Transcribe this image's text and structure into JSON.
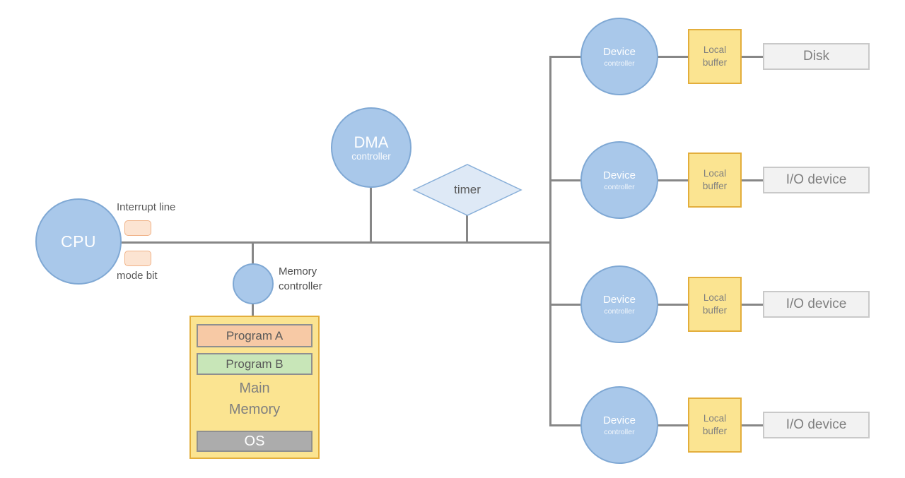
{
  "title": "Computer system architecture diagram",
  "colors": {
    "node_blue_fill": "#A9C8EA",
    "node_blue_border": "#7FA8D4",
    "timer_fill": "#DEE9F6",
    "timer_border": "#88AFD9",
    "yellow_fill": "#FBE491",
    "yellow_border": "#E3AE3C",
    "device_box_fill": "#F2F2F2",
    "device_box_border": "#C9C9C9",
    "program_a_fill": "#F7C9A5",
    "program_b_fill": "#C8E6B8",
    "os_fill": "#ACACAC",
    "bar_border": "#8F8F8F",
    "annotation_fill": "#FCE4D2",
    "annotation_border": "#F0B287",
    "line_gray": "#878787",
    "label_dark": "#595959",
    "label_gray": "#7F7F7F"
  },
  "cpu": {
    "label": "CPU",
    "interrupt_label": "Interrupt line",
    "mode_label": "mode bit"
  },
  "dma": {
    "line1": "DMA",
    "line2": "controller"
  },
  "timer": {
    "label": "timer"
  },
  "memory_controller": {
    "line1": "Memory",
    "line2": "controller"
  },
  "main_memory": {
    "program_a": "Program A",
    "program_b": "Program B",
    "title_line1": "Main",
    "title_line2": "Memory",
    "os": "OS"
  },
  "device_rows": [
    {
      "controller_line1": "Device",
      "controller_line2": "controller",
      "buffer_line1": "Local",
      "buffer_line2": "buffer",
      "device_label": "Disk"
    },
    {
      "controller_line1": "Device",
      "controller_line2": "controller",
      "buffer_line1": "Local",
      "buffer_line2": "buffer",
      "device_label": "I/O device"
    },
    {
      "controller_line1": "Device",
      "controller_line2": "controller",
      "buffer_line1": "Local",
      "buffer_line2": "buffer",
      "device_label": "I/O device"
    },
    {
      "controller_line1": "Device",
      "controller_line2": "controller",
      "buffer_line1": "Local",
      "buffer_line2": "buffer",
      "device_label": "I/O device"
    }
  ]
}
